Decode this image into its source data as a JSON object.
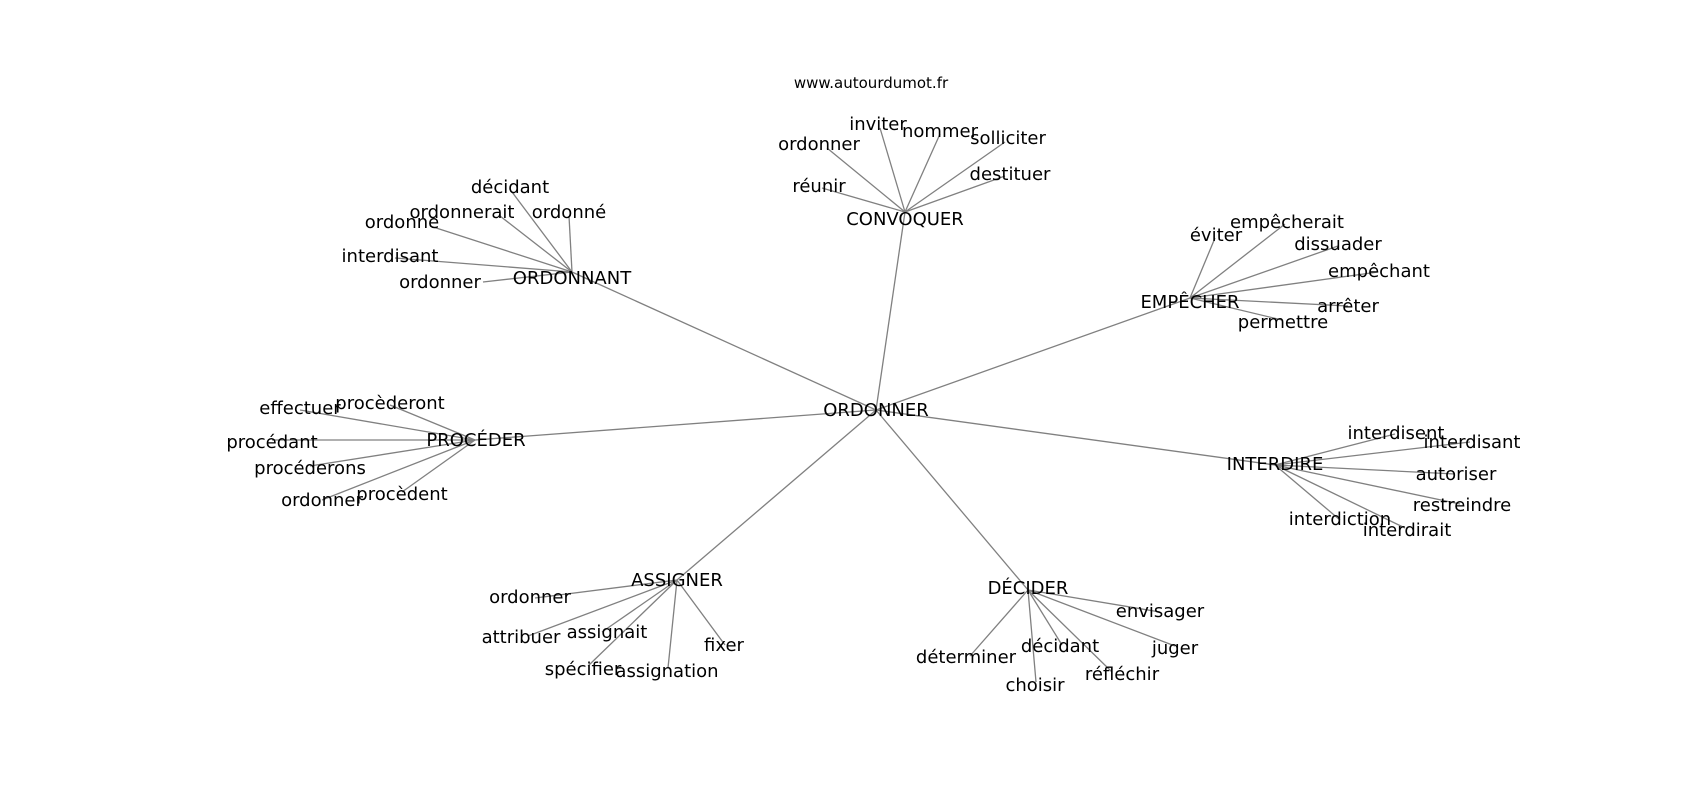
{
  "site": "www.autourdumot.fr",
  "root": "ORDONNER",
  "clusters": [
    {
      "hub": "CONVOQUER",
      "leaves": [
        "ordonner",
        "inviter",
        "nommer",
        "solliciter",
        "destituer",
        "réunir"
      ]
    },
    {
      "hub": "ORDONNANT",
      "leaves": [
        "décidant",
        "ordonnerait",
        "ordonné",
        "ordonne",
        "interdisant",
        "ordonner"
      ]
    },
    {
      "hub": "EMPÊCHER",
      "leaves": [
        "éviter",
        "empêcherait",
        "dissuader",
        "empêchant",
        "arrêter",
        "permettre"
      ]
    },
    {
      "hub": "PROCÉDER",
      "leaves": [
        "procèderont",
        "effectuer",
        "procédant",
        "procéderons",
        "ordonner",
        "procèdent"
      ]
    },
    {
      "hub": "INTERDIRE",
      "leaves": [
        "interdisent",
        "interdisant",
        "autoriser",
        "restreindre",
        "interdiction",
        "interdirait"
      ]
    },
    {
      "hub": "ASSIGNER",
      "leaves": [
        "ordonner",
        "attribuer",
        "assignait",
        "spécifier",
        "assignation",
        "fixer"
      ]
    },
    {
      "hub": "DÉCIDER",
      "leaves": [
        "envisager",
        "juger",
        "décidant",
        "déterminer",
        "choisir",
        "réfléchir"
      ]
    }
  ]
}
